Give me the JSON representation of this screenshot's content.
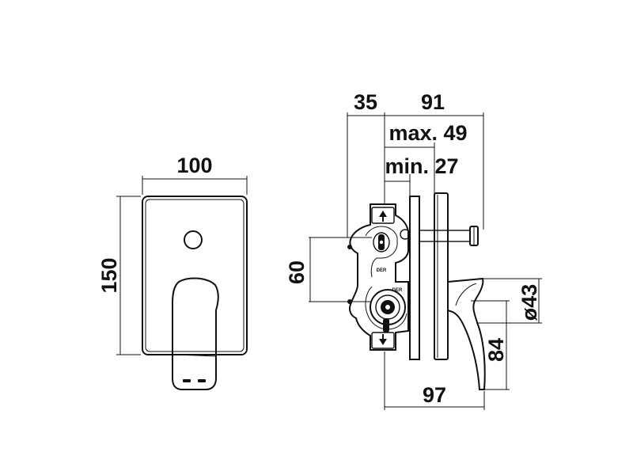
{
  "front_view": {
    "width_label": "100",
    "height_label": "150"
  },
  "side_view": {
    "depth_35_label": "35",
    "depth_91_label": "91",
    "max_label": "max. 49",
    "min_label": "min. 27",
    "spacing_60_label": "60",
    "diameter_label": "ø43",
    "height_84_label": "84",
    "reach_97_label": "97",
    "body_marking": "DER"
  }
}
